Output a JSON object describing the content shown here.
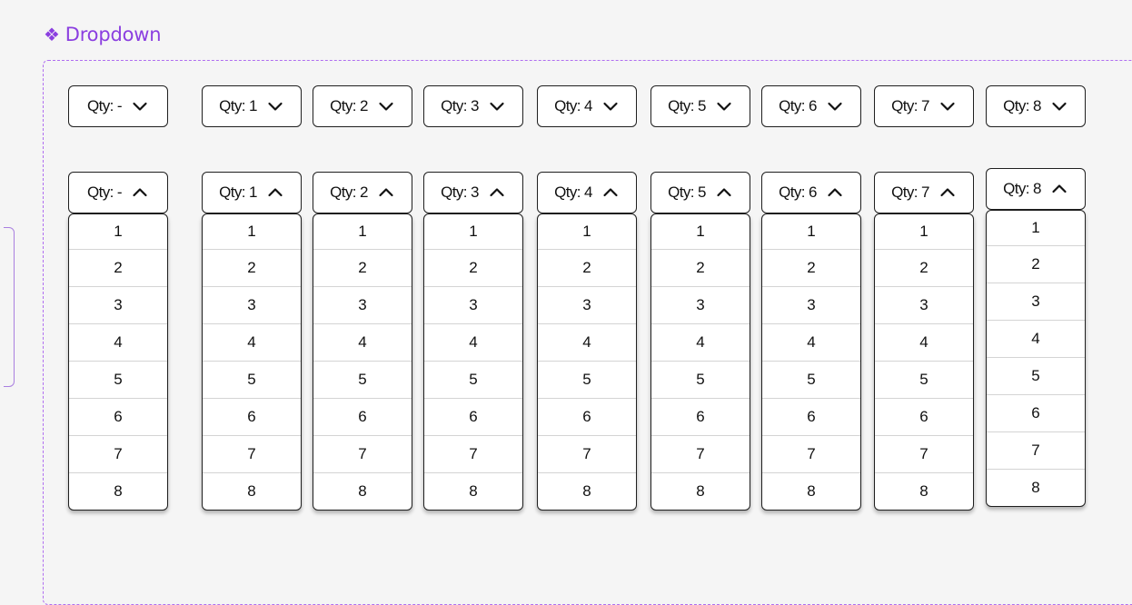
{
  "frame": {
    "title": "Dropdown",
    "icon": "component-diamond-icon",
    "accent_color": "#8b3fe0"
  },
  "closed_row": [
    {
      "label": "Qty: -",
      "state": "collapsed"
    },
    {
      "label": "Qty: 1",
      "state": "collapsed"
    },
    {
      "label": "Qty: 2",
      "state": "collapsed"
    },
    {
      "label": "Qty: 3",
      "state": "collapsed"
    },
    {
      "label": "Qty: 4",
      "state": "collapsed"
    },
    {
      "label": "Qty: 5",
      "state": "collapsed"
    },
    {
      "label": "Qty: 6",
      "state": "collapsed"
    },
    {
      "label": "Qty: 7",
      "state": "collapsed"
    },
    {
      "label": "Qty: 8",
      "state": "collapsed"
    }
  ],
  "open_row": [
    {
      "label": "Qty: -",
      "state": "expanded"
    },
    {
      "label": "Qty: 1",
      "state": "expanded"
    },
    {
      "label": "Qty: 2",
      "state": "expanded"
    },
    {
      "label": "Qty: 3",
      "state": "expanded"
    },
    {
      "label": "Qty: 4",
      "state": "expanded"
    },
    {
      "label": "Qty: 5",
      "state": "expanded"
    },
    {
      "label": "Qty: 6",
      "state": "expanded"
    },
    {
      "label": "Qty: 7",
      "state": "expanded"
    },
    {
      "label": "Qty: 8",
      "state": "expanded"
    }
  ],
  "options": [
    "1",
    "2",
    "3",
    "4",
    "5",
    "6",
    "7",
    "8"
  ],
  "icons": {
    "collapsed": "chevron-down-icon",
    "expanded": "chevron-up-icon"
  }
}
